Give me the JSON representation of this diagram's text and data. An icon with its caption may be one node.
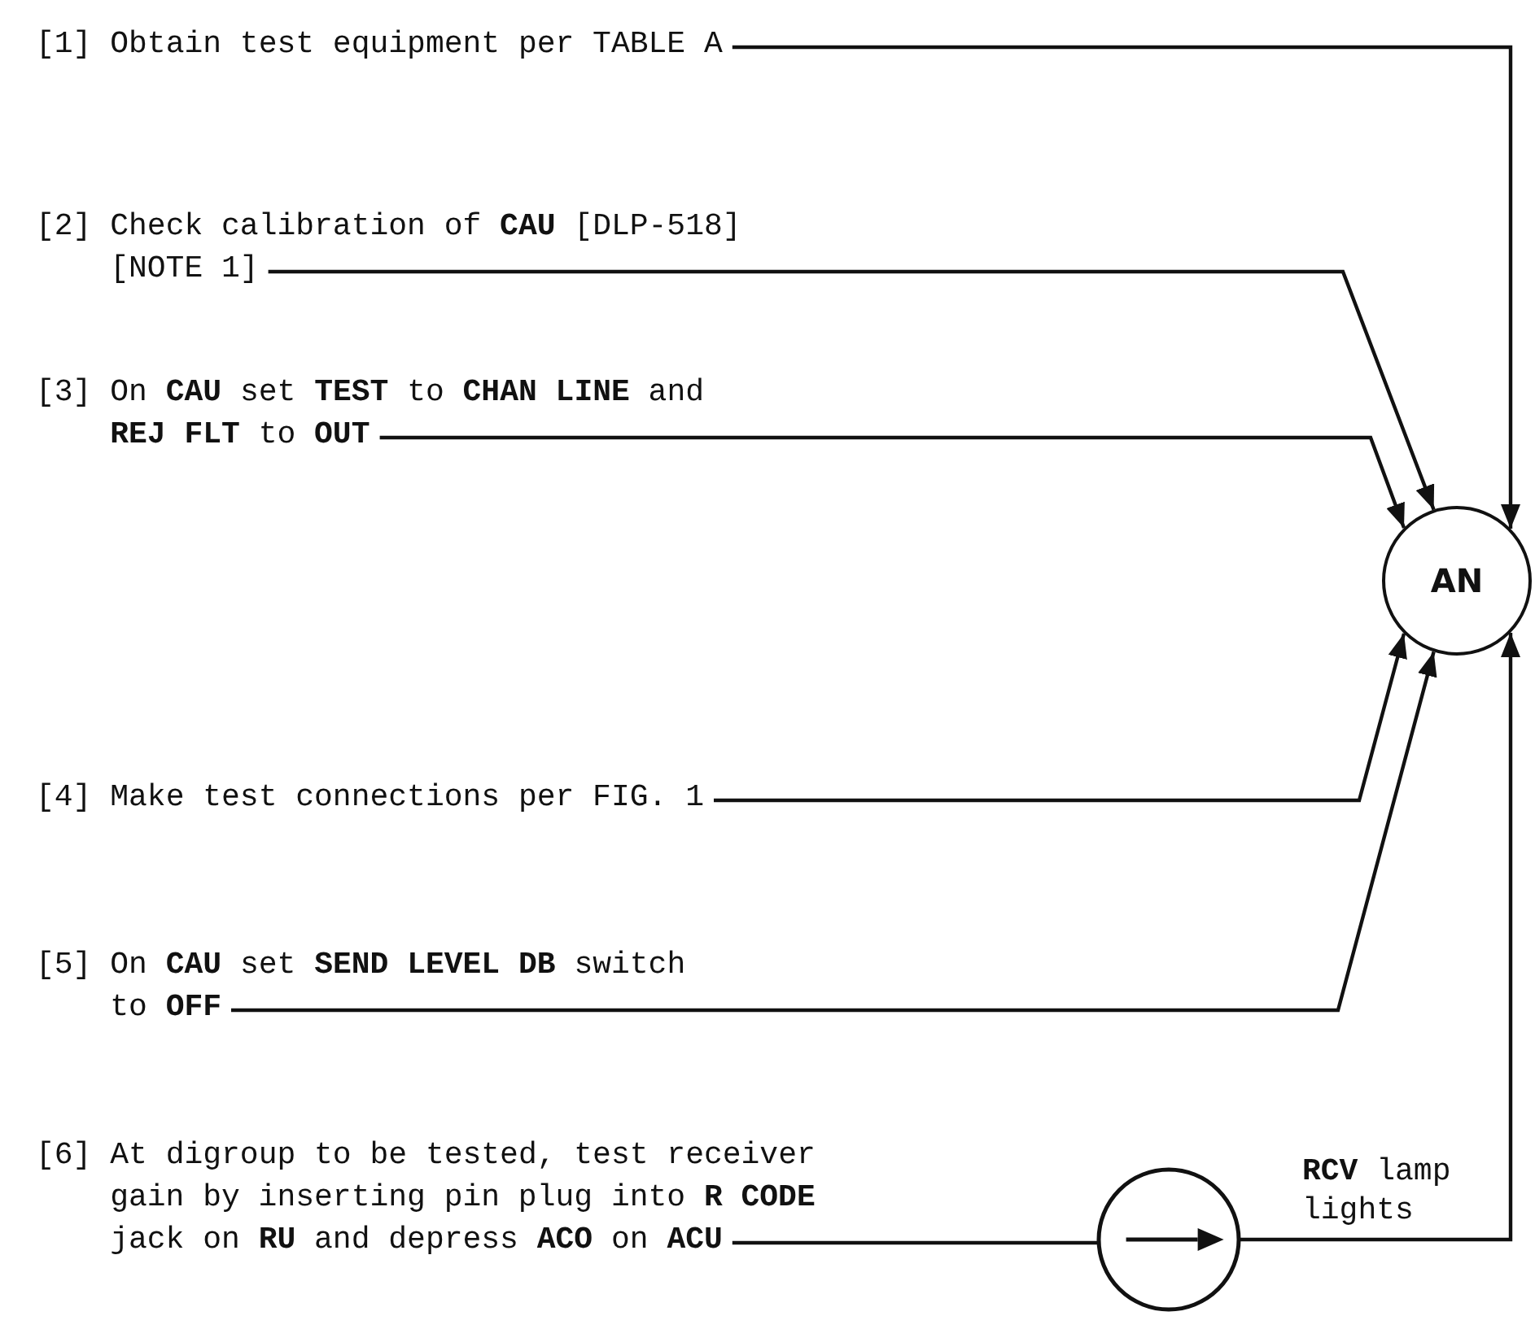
{
  "diagram": {
    "nodes": [
      {
        "text": [
          "[1] Obtain test equipment per TABLE A"
        ]
      },
      {
        "text": [
          "[2] Check calibration of **CAU** [DLP-518] [NOTE 1]"
        ]
      },
      {
        "text": [
          "[3] On **CAU** set **TEST** to **CHAN LINE** and **REJ FLT** to **OUT**"
        ]
      },
      {
        "text": [
          "[4] Make test connections per FIG. 1"
        ]
      },
      {
        "text": [
          "[5] On **CAU** set **SEND LEVEL DB** switch to **OFF**"
        ]
      },
      {
        "text": [
          "[6] At digroup to be tested, test receiver gain by inserting pin plug into **R CODE** jack on **RU** and depress **ACO** on **ACU**"
        ]
      },
      {
        "text": [
          "AN"
        ]
      },
      {
        "text": [],
        "shape": "circle",
        "beside": [
          "**RCV** lamp lights"
        ]
      }
    ],
    "edges": [
      {
        "from": 0,
        "to": 6,
        "arrow": "to"
      },
      {
        "from": 1,
        "to": 6,
        "arrow": "to"
      },
      {
        "from": 2,
        "to": 6,
        "arrow": "to"
      },
      {
        "from": 3,
        "to": 6,
        "arrow": "to"
      },
      {
        "from": 4,
        "to": 6,
        "arrow": "to"
      },
      {
        "from": 5,
        "to": 7,
        "arrow": "none"
      },
      {
        "from": 7,
        "to": 6,
        "arrow": "to"
      }
    ]
  }
}
